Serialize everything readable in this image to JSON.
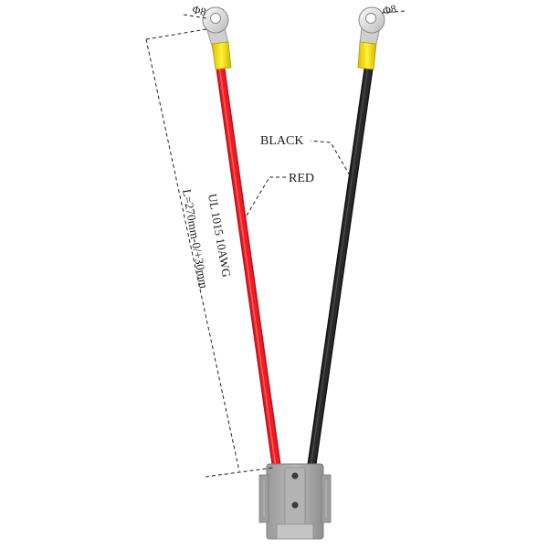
{
  "labels": {
    "left_terminal_dia": "Φ8",
    "right_terminal_dia": "Φ8",
    "black_wire": "BLACK",
    "red_wire": "RED",
    "wire_spec": "UL 1015 10AWG",
    "length": "L=270mm-0/+30mm"
  },
  "colors": {
    "red_wire": "#ef1c24",
    "black_wire": "#222222",
    "sleeve": "#f2d600",
    "terminal": "#e4e4e4",
    "connector": "#a9a9a9"
  }
}
